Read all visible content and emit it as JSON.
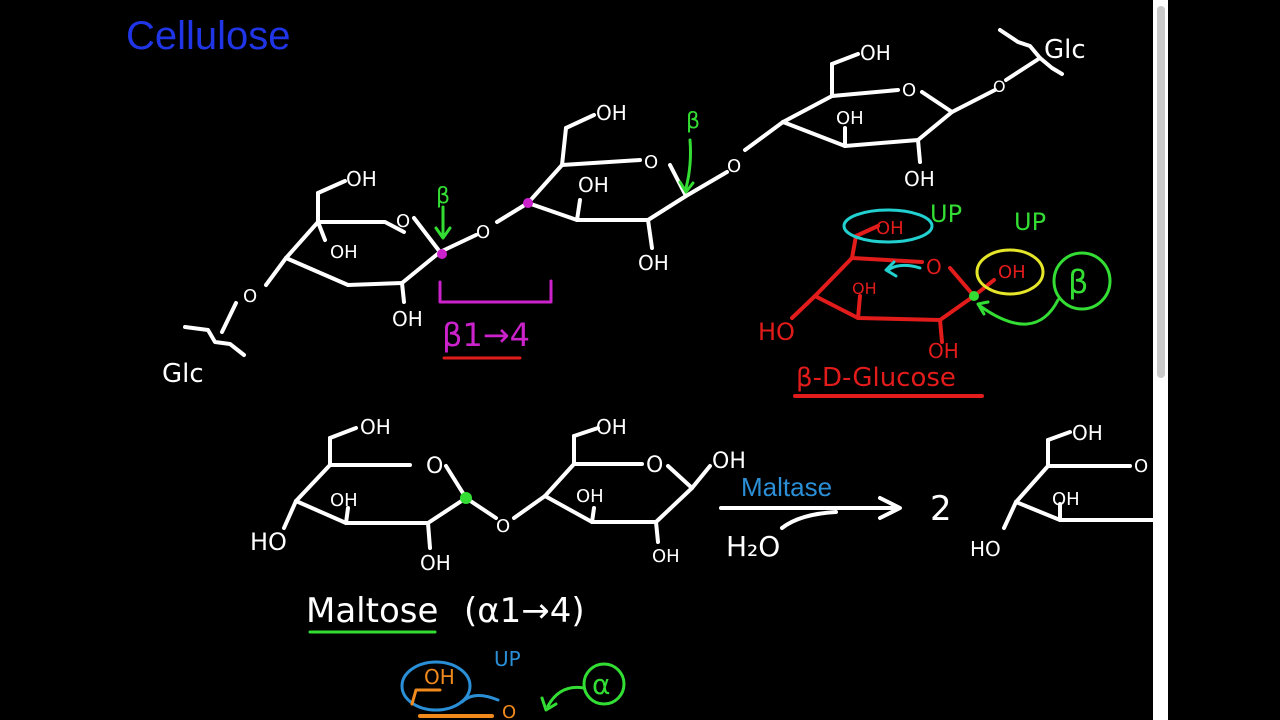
{
  "title": "Cellulose",
  "labels": {
    "glc_left": "Glc",
    "glc_right": "Glc",
    "oh": "OH",
    "ring_o": "O",
    "beta_short": "β",
    "bond_beta": "β1→4",
    "up": "UP",
    "ho": "HO",
    "beta_d_glucose": "β-D-Glucose",
    "beta_circle": "β",
    "maltase": "Maltase",
    "water": "H₂O",
    "two": "2",
    "maltose": "Maltose",
    "maltose_bond": "(α1→4)",
    "alpha_circle": "α"
  },
  "colors": {
    "title": "#1f35e6",
    "structure": "#ffffff",
    "beta_marker": "#33dd33",
    "bond_bracket": "#cc22cc",
    "glucose": "#e21b1b",
    "highlight_cyan": "#22d0d0",
    "highlight_yellow": "#e5e52a",
    "maltase": "#2a8fd6",
    "orange": "#f08a1c"
  },
  "scrollbar": {
    "position": 0.0,
    "visible_fraction": 0.52
  }
}
